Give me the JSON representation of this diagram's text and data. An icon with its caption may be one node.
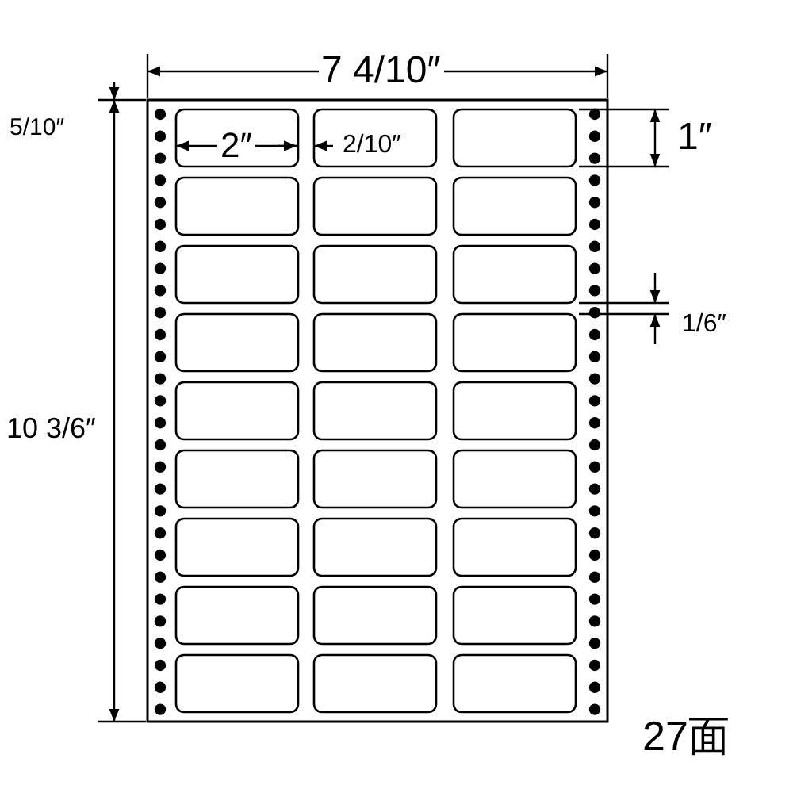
{
  "diagram": {
    "labels": [
      "7 4/10″",
      "5/10″",
      "2″",
      "2/10″",
      "1″",
      "1/6″",
      "10 3/6″",
      "27面"
    ]
  }
}
